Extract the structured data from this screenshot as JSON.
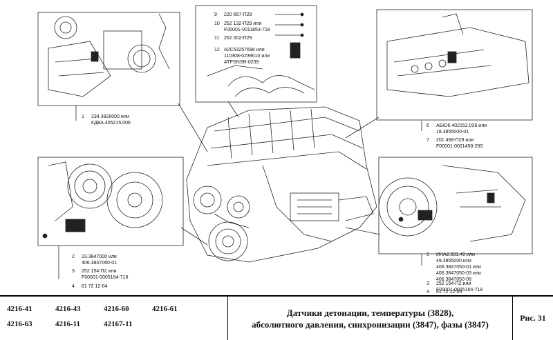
{
  "callouts": {
    "top_left": {
      "num": "1",
      "line1": "234.3828000 или",
      "line2": "КДВА.405215.006"
    },
    "top_center": [
      {
        "num": "9",
        "line1": "220 657-П29",
        "line2": ""
      },
      {
        "num": "10",
        "line1": "252 132-П29 или",
        "line2": "F00001-0011853-718"
      },
      {
        "num": "11",
        "line1": "252 002-П29",
        "line2": ""
      },
      {
        "num": "12",
        "line1": "А2С53257696 или",
        "line2": "110308-0239010 или",
        "line3": "ATPSNSR-0239"
      }
    ],
    "top_right": [
      {
        "num": "6",
        "line1": "АБЮК.402152.036 или",
        "line2": "18.3855000-01"
      },
      {
        "num": "7",
        "line1": "201 458-П29 или",
        "line2": "F00001-0001458-299"
      }
    ],
    "bottom_left": [
      {
        "num": "2",
        "line1": "23.3847000 или",
        "line2": "406.3847060-01"
      },
      {
        "num": "3",
        "line1": "252 154-П2 или",
        "line2": "F00001-0005164-718"
      },
      {
        "num": "4",
        "line1": "61 72 12-04",
        "line2": ""
      }
    ],
    "bottom_right": [
      {
        "num": "5",
        "line1": "ИНА2.031.40 или",
        "line2": "49.3855000 или",
        "line3": "406.3847050-01 или",
        "line4": "406.3847050-03 или",
        "line5": "406.3847050-06"
      },
      {
        "num": "3",
        "line1": "252 154-П2 или",
        "line2": "F00001-0005164-718"
      },
      {
        "num": "4",
        "line1": "61 72 12-04",
        "line2": ""
      }
    ]
  },
  "footer": {
    "codes_row1": [
      "4216-41",
      "4216-43",
      "4216-60",
      "4216-61"
    ],
    "codes_row2": [
      "4216-63",
      "4216-11",
      "42167-11"
    ],
    "title_line1": "Датчики детонации, температуры (3828),",
    "title_line2": "абсолютного давления, синхронизации (3847), фазы (3847)",
    "figure_number": "Рис. 31"
  }
}
